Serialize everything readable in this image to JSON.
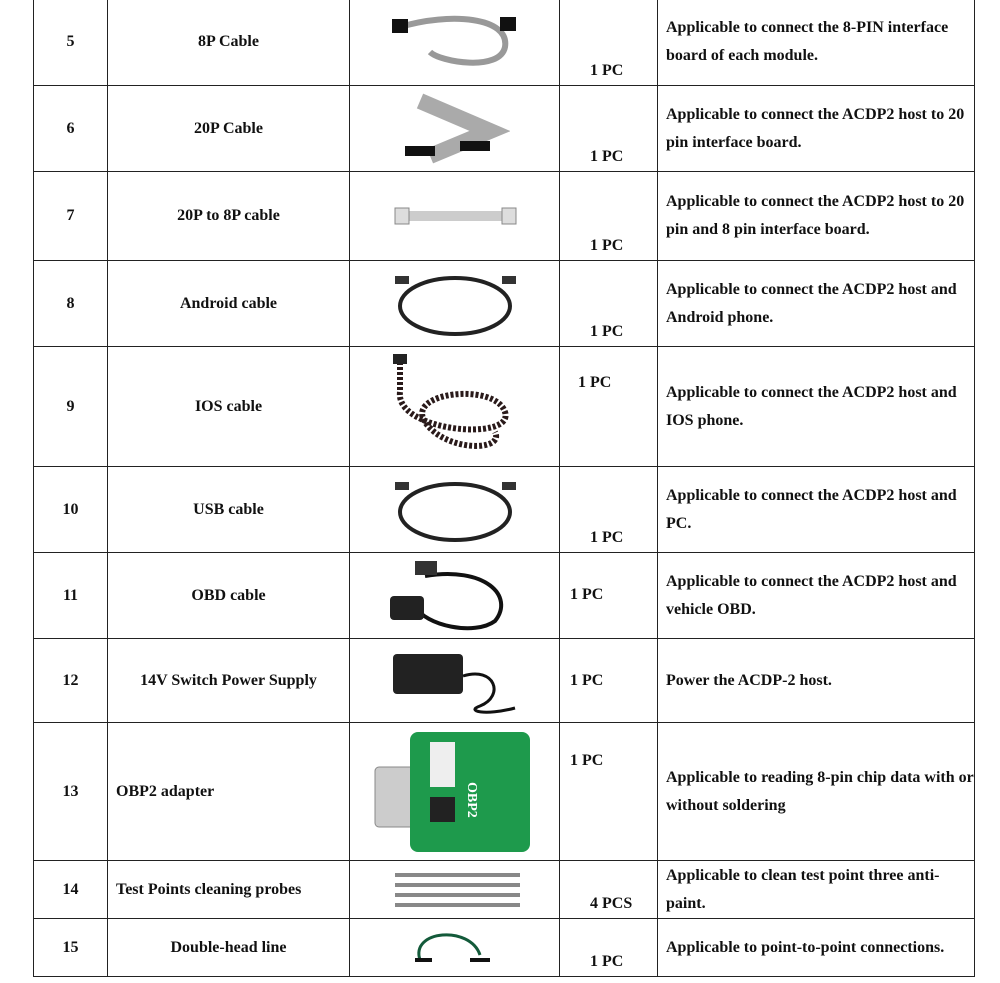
{
  "rows": [
    {
      "no": "5",
      "name": "8P Cable",
      "qty": "1 PC",
      "desc": "Applicable to connect the 8-PIN interface board of each module.",
      "icon": "ribbon-cable-8p"
    },
    {
      "no": "6",
      "name": "20P Cable",
      "qty": "1 PC",
      "desc": "Applicable to connect the ACDP2 host to 20 pin interface board.",
      "icon": "ribbon-cable-20p"
    },
    {
      "no": "7",
      "name": "20P to 8P cable",
      "qty": "1 PC",
      "desc": "Applicable to connect the ACDP2 host to 20 pin and 8 pin interface board.",
      "icon": "flat-cable"
    },
    {
      "no": "8",
      "name": "Android cable",
      "qty": "1 PC",
      "desc": "Applicable to connect the ACDP2 host and Android phone.",
      "icon": "usb-cable"
    },
    {
      "no": "9",
      "name": "IOS cable",
      "qty": "1 PC",
      "desc": "Applicable to connect the ACDP2 host and IOS phone.",
      "icon": "braided-cable"
    },
    {
      "no": "10",
      "name": "USB cable",
      "qty": "1 PC",
      "desc": "Applicable to connect the ACDP2 host and PC.",
      "icon": "usb-cable"
    },
    {
      "no": "11",
      "name": "OBD cable",
      "qty": "1 PC",
      "desc": "Applicable to connect the ACDP2 host and vehicle OBD.",
      "icon": "obd-cable"
    },
    {
      "no": "12",
      "name": "14V Switch Power Supply",
      "qty": "1 PC",
      "desc": "Power the ACDP-2 host.",
      "icon": "power-adapter"
    },
    {
      "no": "13",
      "name": "OBP2 adapter",
      "qty": "1 PC",
      "desc": "Applicable to reading 8-pin chip data with or without soldering",
      "icon": "pcb-adapter",
      "board_label": "OBP2"
    },
    {
      "no": "14",
      "name": "Test Points cleaning probes",
      "qty": "4 PCS",
      "desc": "Applicable to clean test point three anti-paint.",
      "icon": "probes"
    },
    {
      "no": "15",
      "name": "Double-head line",
      "qty": "1 PC",
      "desc": "Applicable to point-to-point connections.",
      "icon": "wire"
    }
  ]
}
